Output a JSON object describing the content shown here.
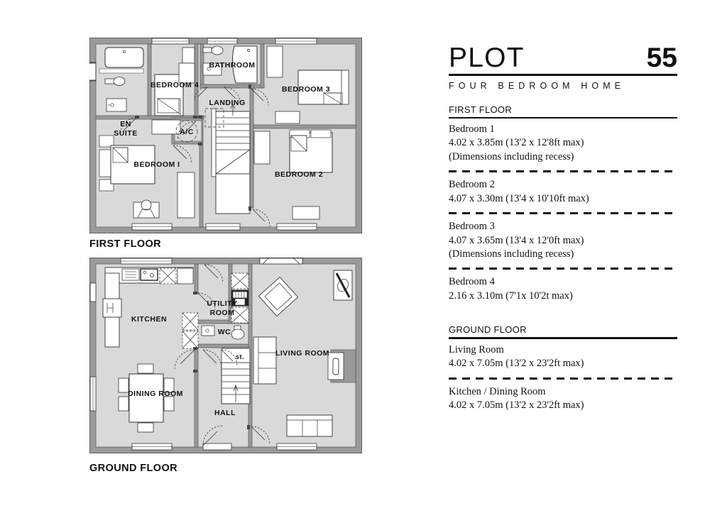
{
  "header": {
    "plot_word": "PLOT",
    "plot_number": "55",
    "subtitle": "FOUR BEDROOM HOME"
  },
  "sections": [
    {
      "heading": "FIRST FLOOR",
      "entries": [
        {
          "name": "Bedroom 1",
          "dims": "4.02 x 3.85m (13'2 x 12'8ft max)",
          "note": "(Dimensions including recess)"
        },
        {
          "name": "Bedroom 2",
          "dims": "4.07 x 3.30m (13'4 x 10'10ft max)",
          "note": ""
        },
        {
          "name": "Bedroom 3",
          "dims": "4.07 x 3.65m (13'4 x 12'0ft max)",
          "note": "(Dimensions including recess)"
        },
        {
          "name": "Bedroom 4",
          "dims": "2.16 x 3.10m (7'1x 10'2t max)",
          "note": ""
        }
      ]
    },
    {
      "heading": "GROUND FLOOR",
      "entries": [
        {
          "name": "Living Room",
          "dims": "4.02 x 7.05m (13'2 x 23'2ft max)",
          "note": ""
        },
        {
          "name": "Kitchen / Dining Room",
          "dims": "4.02 x 7.05m (13'2 x 23'2ft max)",
          "note": ""
        }
      ]
    }
  ],
  "plans": {
    "first": {
      "caption": "FIRST FLOOR",
      "rooms": [
        {
          "key": "en_suite_line1",
          "label": "EN"
        },
        {
          "key": "en_suite_line2",
          "label": "SUITE"
        },
        {
          "key": "bedroom4",
          "label": "BEDROOM 4"
        },
        {
          "key": "bathroom",
          "label": "BATHROOM"
        },
        {
          "key": "bedroom3",
          "label": "BEDROOM 3"
        },
        {
          "key": "landing",
          "label": "LANDING"
        },
        {
          "key": "ac",
          "label": "A/C"
        },
        {
          "key": "bedroom1",
          "label": "BEDROOM I"
        },
        {
          "key": "bedroom2",
          "label": "BEDROOM 2"
        }
      ]
    },
    "ground": {
      "caption": "GROUND FLOOR",
      "rooms": [
        {
          "key": "kitchen",
          "label": "KITCHEN"
        },
        {
          "key": "utility_line1",
          "label": "UTILITY"
        },
        {
          "key": "utility_line2",
          "label": "ROOM"
        },
        {
          "key": "wc",
          "label": "WC"
        },
        {
          "key": "living",
          "label": "LIVING ROOM"
        },
        {
          "key": "store",
          "label": "st."
        },
        {
          "key": "dining",
          "label": "DINING ROOM"
        },
        {
          "key": "hall",
          "label": "HALL"
        }
      ]
    }
  },
  "colors": {
    "wall": "#9a9a9a",
    "wall_edge": "#4a4a4a",
    "room_fill": "#d9d9d9",
    "fixture_fill": "#ffffff",
    "ink": "#111111"
  }
}
